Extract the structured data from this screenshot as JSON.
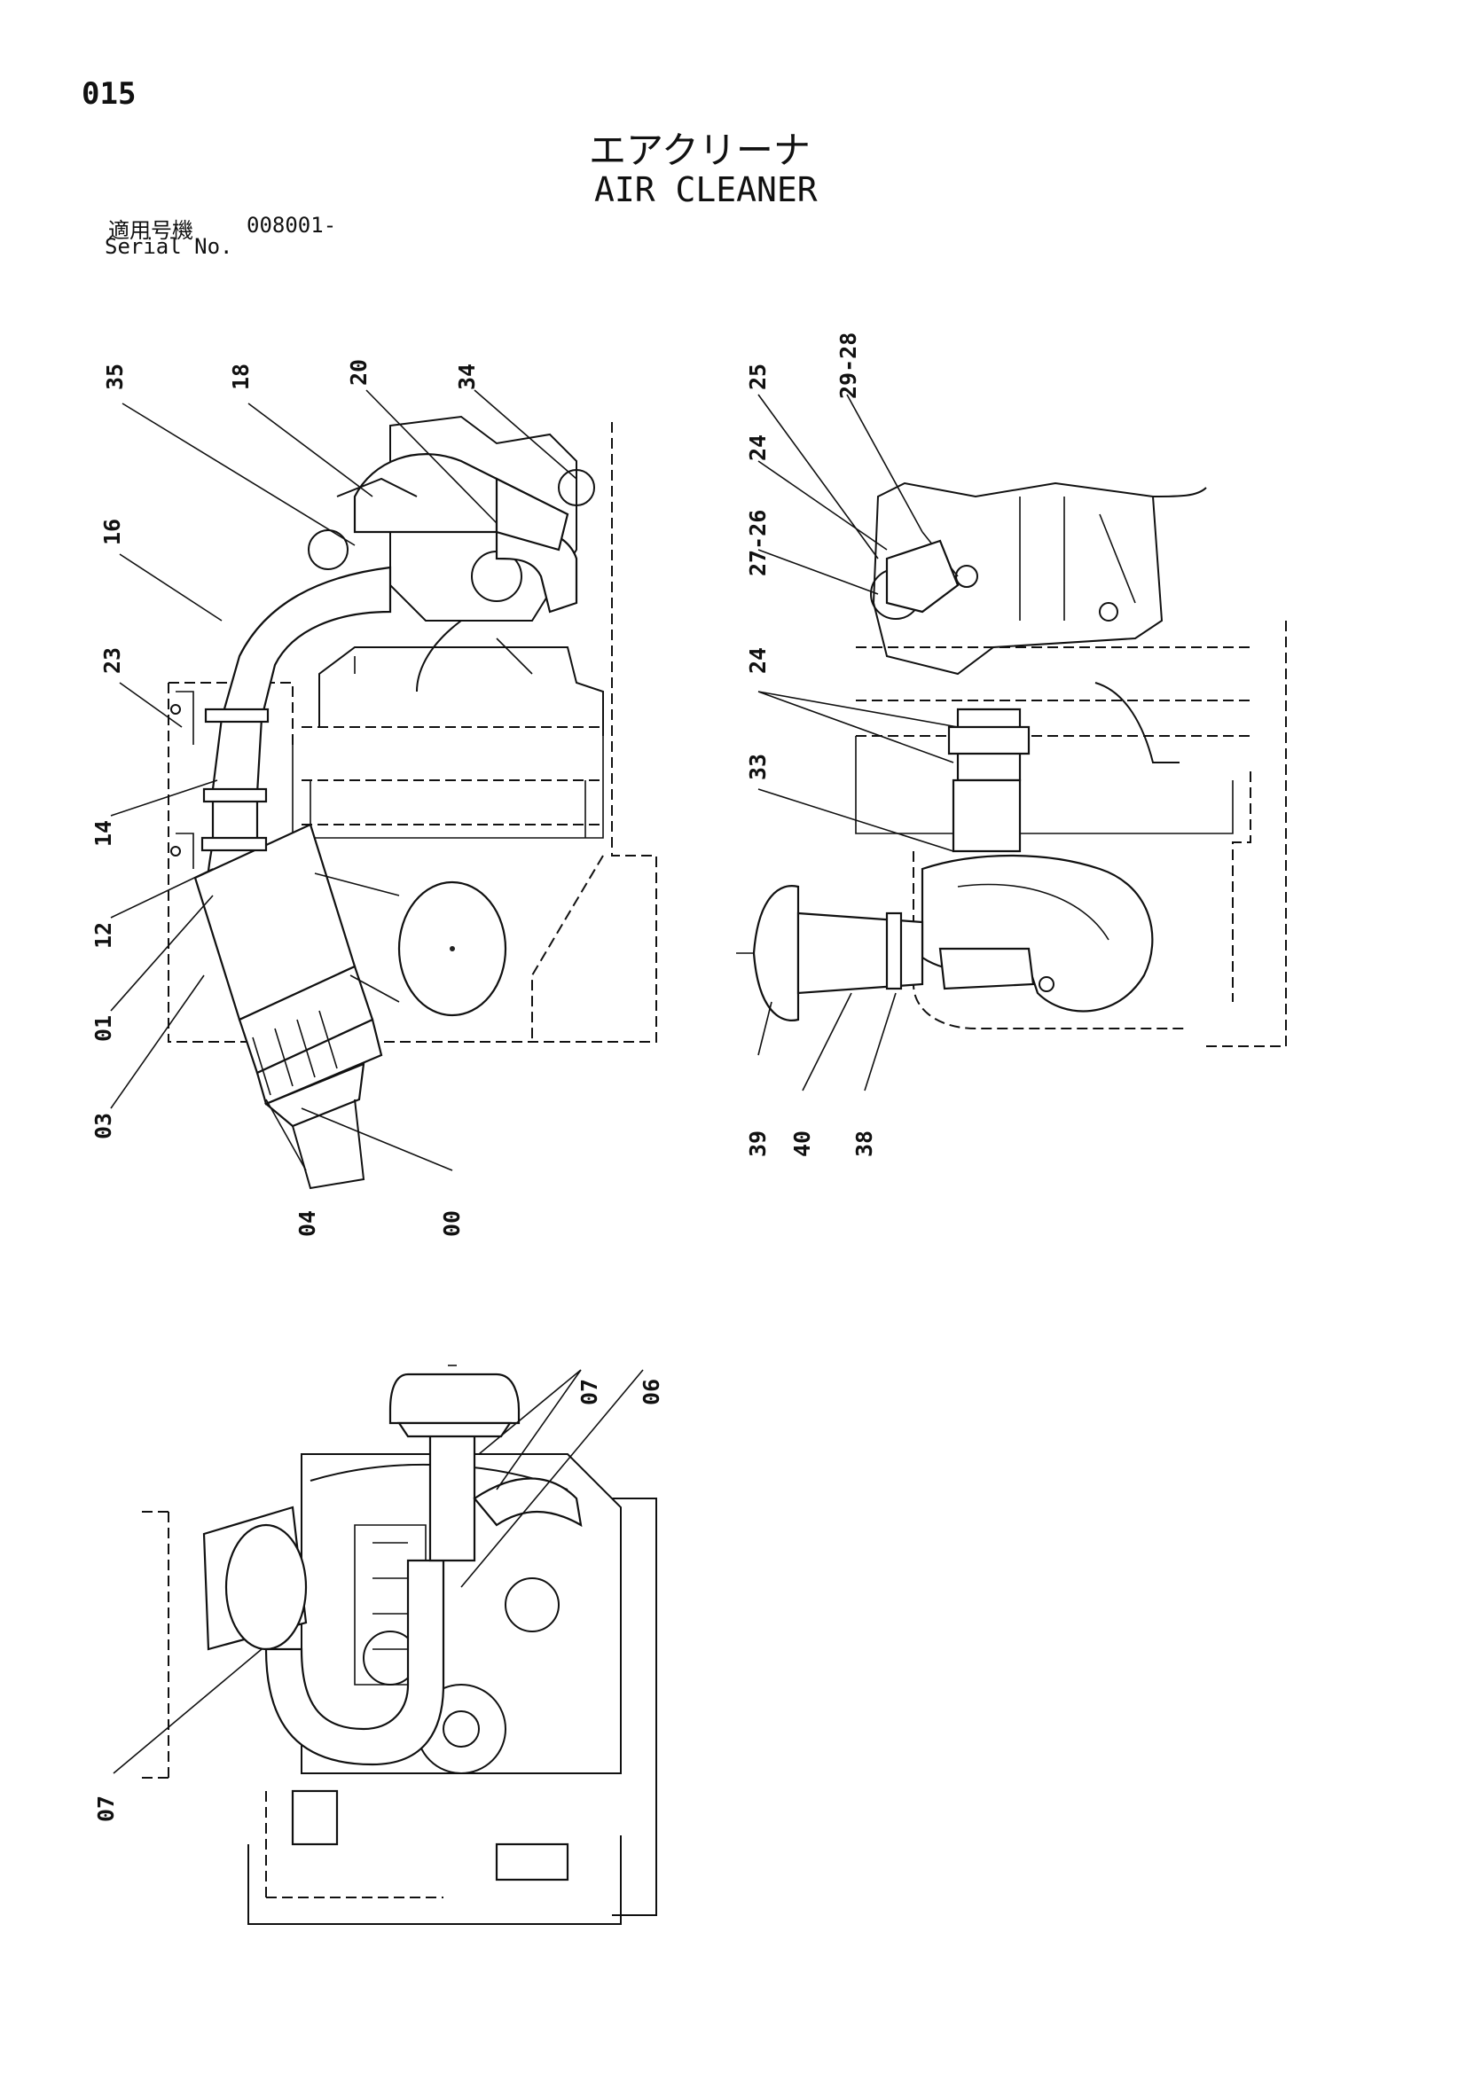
{
  "page_number": "015",
  "title_jp": "エアクリーナ",
  "title_en": "AIR CLEANER",
  "serial": {
    "label_jp": "適用号機",
    "value": "008001-",
    "label_en": "Serial No."
  },
  "views": {
    "left": {
      "callouts": [
        "35",
        "18",
        "20",
        "34",
        "16",
        "23",
        "14",
        "12",
        "01",
        "03",
        "04",
        "00"
      ]
    },
    "right": {
      "callouts": [
        "25",
        "29-28",
        "24",
        "27-26",
        "24",
        "33",
        "39",
        "40",
        "38"
      ]
    },
    "bottom": {
      "callouts": [
        "07",
        "06",
        "07"
      ]
    }
  }
}
